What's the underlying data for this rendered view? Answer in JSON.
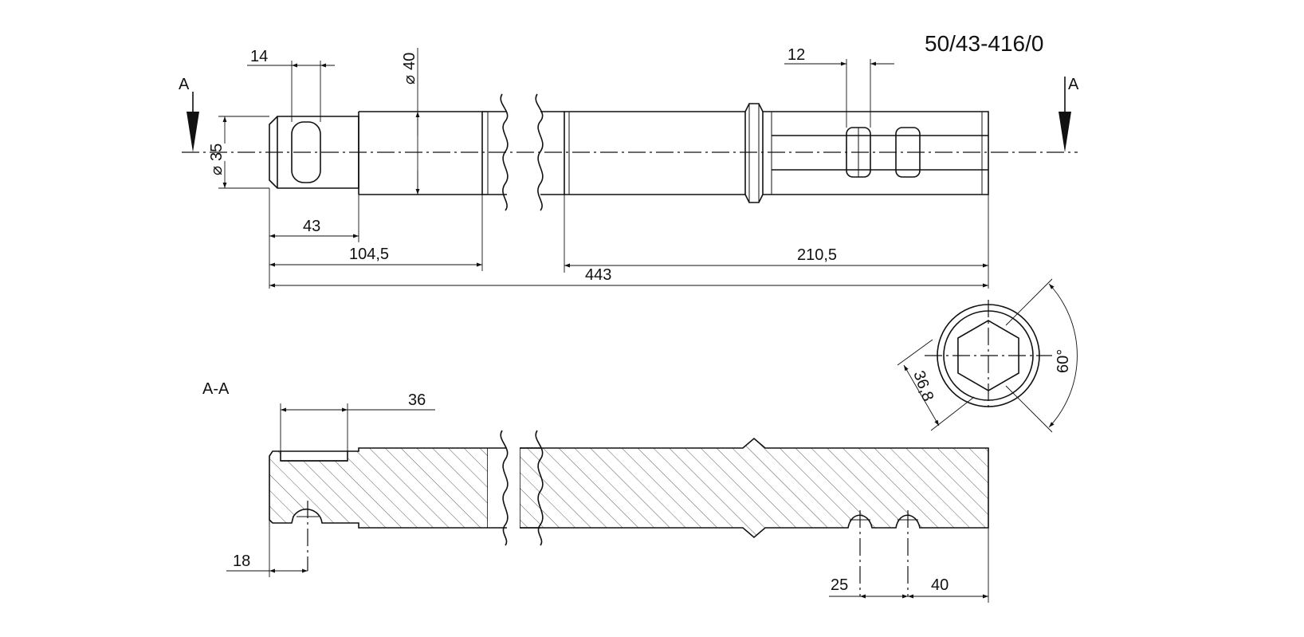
{
  "drawing": {
    "part_number": "50/43-416/0",
    "section_marker_left": "A",
    "section_marker_right": "A",
    "section_title": "A-A",
    "colors": {
      "line": "#111111",
      "background": "#ffffff"
    }
  },
  "dimensions": {
    "slot_width": "14",
    "dia_40": "40",
    "dia_35": "35",
    "groove_width": "12",
    "len_43": "43",
    "len_104_5": "104,5",
    "len_210_5": "210,5",
    "len_443": "443",
    "slot_len_36": "36",
    "hole_18": "18",
    "hole_25": "25",
    "hole_40": "40",
    "hex_across": "36,8",
    "hex_angle": "60°"
  }
}
